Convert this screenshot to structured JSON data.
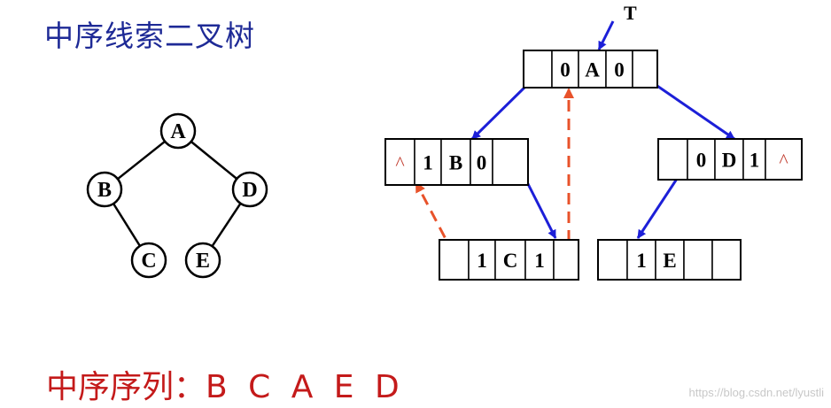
{
  "title": "中序线索二叉树",
  "sequence": {
    "label": "中序序列：",
    "values": "B C A E D"
  },
  "watermark": "https://blog.csdn.net/lyustli",
  "tree": {
    "nodes": [
      "A",
      "B",
      "D",
      "C",
      "E"
    ],
    "edges": [
      [
        "A",
        "B"
      ],
      [
        "A",
        "D"
      ],
      [
        "B",
        "C"
      ],
      [
        "D",
        "E"
      ]
    ]
  },
  "threaded_storage": {
    "root_pointer_label": "T",
    "records": [
      {
        "id": "A",
        "cells": [
          "",
          "0",
          "A",
          "0",
          ""
        ]
      },
      {
        "id": "B",
        "cells": [
          "^",
          "1",
          "B",
          "0",
          ""
        ]
      },
      {
        "id": "D",
        "cells": [
          "",
          "0",
          "D",
          "1",
          "^"
        ]
      },
      {
        "id": "C",
        "cells": [
          "",
          "1",
          "C",
          "1",
          ""
        ]
      },
      {
        "id": "E",
        "cells": [
          "",
          "1",
          "E",
          "",
          ""
        ]
      }
    ],
    "child_links": [
      [
        "A",
        "B"
      ],
      [
        "A",
        "D"
      ],
      [
        "B",
        "C"
      ],
      [
        "D",
        "E"
      ]
    ],
    "thread_links": [
      [
        "C",
        "B"
      ],
      [
        "C",
        "A"
      ]
    ]
  },
  "colors": {
    "title": "#1e2a96",
    "sequence": "#c41a1a",
    "child_link": "#1c1fd8",
    "thread_link": "#e8522a",
    "null_mark": "#c0392b"
  }
}
